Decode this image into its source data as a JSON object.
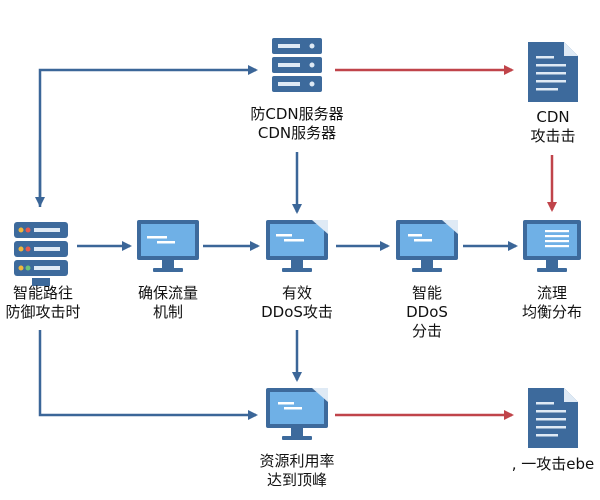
{
  "colors": {
    "flow": "#3b6698",
    "attack": "#c0444a",
    "icon_dark": "#3d6a9c",
    "icon_screen": "#6fb0e6",
    "icon_light": "#dfeaf5"
  },
  "nodes": {
    "top_server": {
      "icon": "server-rack-icon",
      "lines": [
        "防CDN服务器",
        "CDN服务器"
      ]
    },
    "cdn_doc": {
      "icon": "document-icon",
      "lines": [
        "CDN",
        "攻击击"
      ]
    },
    "left_server": {
      "icon": "server-rack-icon",
      "lines": [
        "智能路往",
        "防御攻击时"
      ]
    },
    "ensure_flow": {
      "icon": "monitor-icon",
      "lines": [
        "确保流量",
        "机制"
      ]
    },
    "effective_ddos": {
      "icon": "monitor-icon",
      "lines": [
        "有效",
        "DDoS攻击"
      ]
    },
    "smart_ddos": {
      "icon": "monitor-icon",
      "lines": [
        "智能",
        "DDoS",
        "分击"
      ]
    },
    "balance": {
      "icon": "monitor-icon",
      "lines": [
        "流理",
        "均衡分布"
      ]
    },
    "resource_peak": {
      "icon": "monitor-icon",
      "lines": [
        "资源利用率",
        "达到顶峰"
      ]
    },
    "bottom_doc": {
      "icon": "document-icon",
      "lines": [
        ", 一攻击ebe"
      ]
    }
  }
}
